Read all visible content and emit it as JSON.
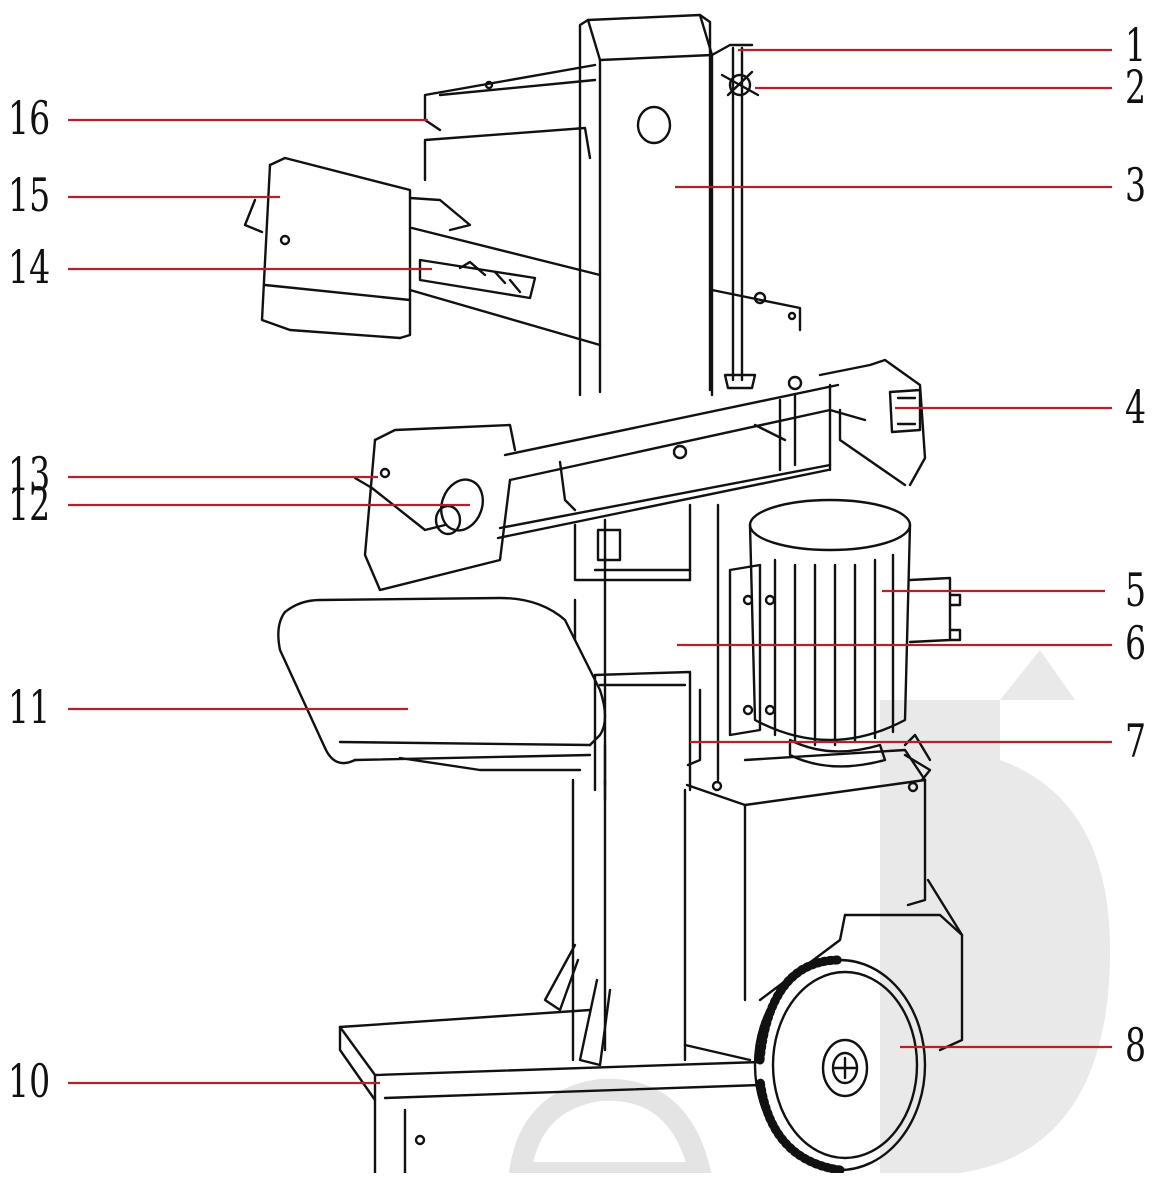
{
  "diagram": {
    "subject": "log splitter",
    "callouts": [
      "1",
      "2",
      "3",
      "4",
      "5",
      "6",
      "7",
      "8",
      "10",
      "11",
      "12",
      "13",
      "14",
      "15",
      "16"
    ]
  },
  "colors": {
    "leader": "#b3222a",
    "linework": "#111111",
    "watermark": "#e6e6e6",
    "background": "#ffffff"
  }
}
